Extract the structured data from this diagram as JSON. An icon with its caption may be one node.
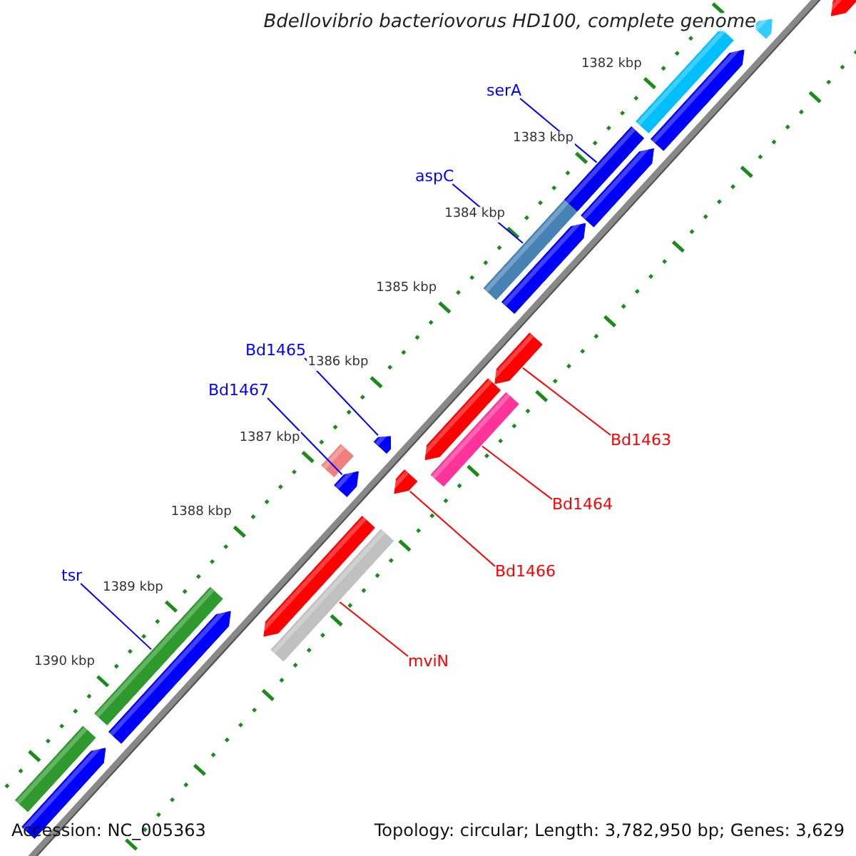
{
  "diagram": {
    "title": "Bdellovibrio bacteriovorus HD100, complete genome",
    "nodes": [
      {
        "text": [
          "serA"
        ]
      },
      {
        "text": [
          "aspC"
        ]
      },
      {
        "text": [
          "Bd1465"
        ]
      },
      {
        "text": [
          "Bd1467"
        ]
      },
      {
        "text": [
          "tsr"
        ]
      },
      {
        "text": [
          "Bd1463"
        ]
      },
      {
        "text": [
          "Bd1464"
        ]
      },
      {
        "text": [
          "Bd1466"
        ]
      },
      {
        "text": [
          "mviN"
        ]
      },
      {
        "text": [],
        "shape": "bar"
      },
      {
        "text": [],
        "shape": "bar"
      },
      {
        "text": [],
        "shape": "arrow"
      },
      {
        "text": [],
        "shape": "arrow"
      },
      {
        "text": [],
        "shape": "bar"
      },
      {
        "text": [],
        "shape": "arrow"
      },
      {
        "text": [],
        "shape": "bar"
      },
      {
        "text": [],
        "shape": "arrow"
      },
      {
        "text": [],
        "shape": "bar"
      },
      {
        "text": [],
        "shape": "arrow"
      },
      {
        "text": [],
        "shape": "arrow"
      },
      {
        "text": [],
        "shape": "bar"
      },
      {
        "text": [],
        "shape": "arrow"
      },
      {
        "text": [],
        "shape": "arrow"
      },
      {
        "text": [],
        "shape": "arrow"
      },
      {
        "text": [],
        "shape": "arrow"
      },
      {
        "text": [],
        "shape": "bar"
      },
      {
        "text": [],
        "shape": "arrow"
      },
      {
        "text": [],
        "shape": "arrow"
      },
      {
        "text": [],
        "shape": "bar"
      },
      {
        "text": [],
        "shape": "arrow"
      }
    ],
    "edges": [
      {
        "from": 0,
        "to": 9,
        "arrow": "none"
      },
      {
        "from": 1,
        "to": 10,
        "arrow": "none"
      },
      {
        "from": 2,
        "to": 11,
        "arrow": "none"
      },
      {
        "from": 3,
        "to": 12,
        "arrow": "none"
      },
      {
        "from": 4,
        "to": 13,
        "arrow": "none"
      },
      {
        "from": 5,
        "to": 14,
        "arrow": "none",
        "color": "#ff0000"
      },
      {
        "from": 6,
        "to": 15,
        "arrow": "none",
        "color": "#ff0000"
      },
      {
        "from": 7,
        "to": 16,
        "arrow": "none",
        "color": "#ff0000"
      },
      {
        "from": 8,
        "to": 17,
        "arrow": "none",
        "color": "#ff0000"
      }
    ],
    "labels": [
      "1382 kbp",
      "1383 kbp",
      "1384 kbp",
      "1385 kbp",
      "1386 kbp",
      "1387 kbp",
      "1388 kbp",
      "1389 kbp",
      "1390 kbp",
      "Accession: NC_005363",
      "Topology: circular; Length: 3,782,950 bp; Genes: 3,629"
    ]
  }
}
